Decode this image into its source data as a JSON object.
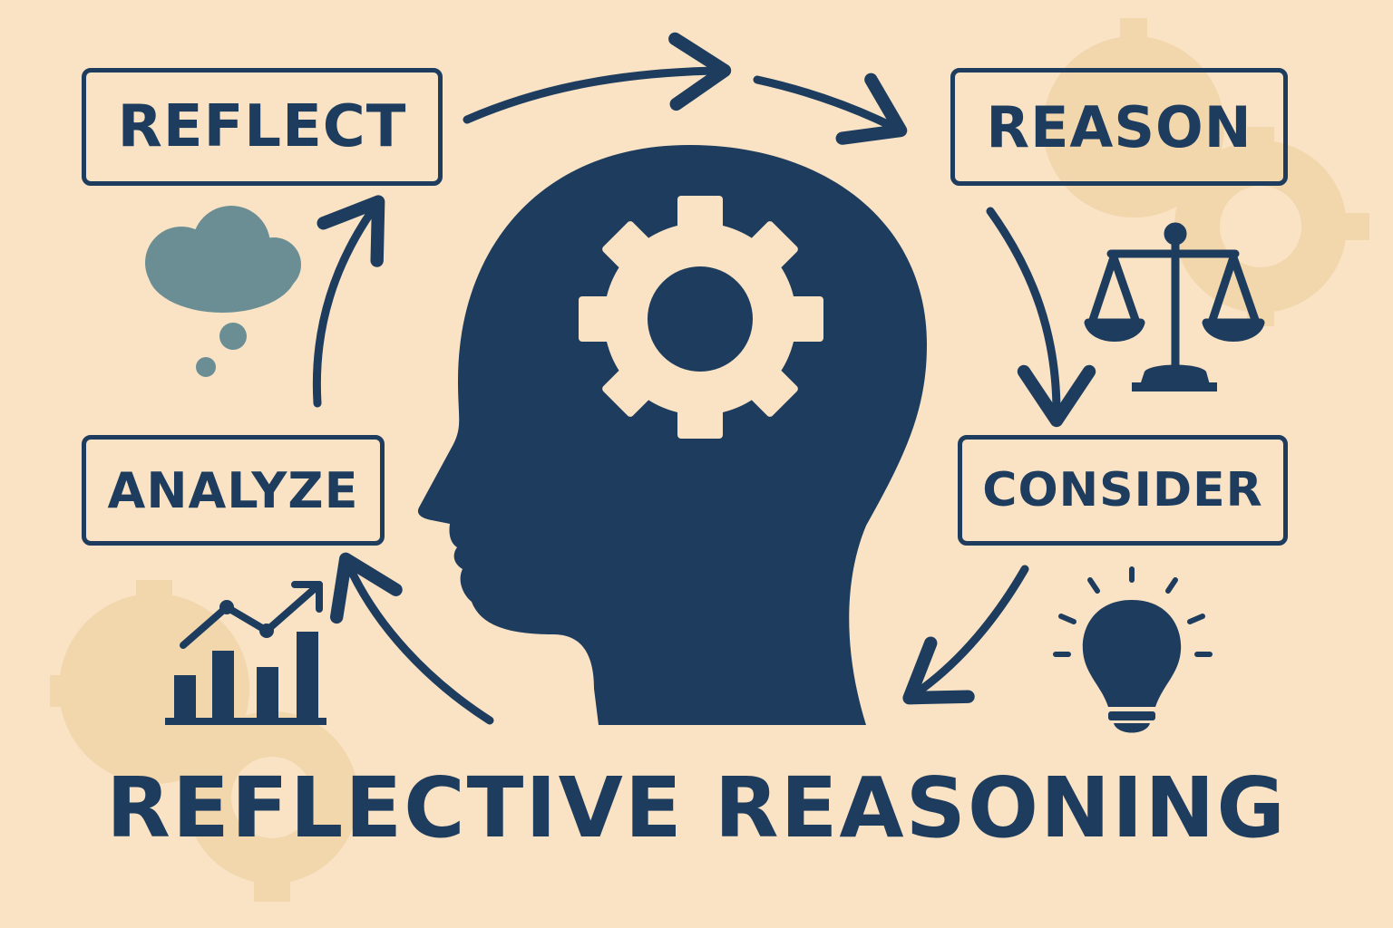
{
  "labels": {
    "reflect": "REFLECT",
    "reason": "REASON",
    "analyze": "ANALYZE",
    "consider": "CONSIDER"
  },
  "title": "REFLECTIVE REASONING",
  "icons": {
    "reflect": "thought-cloud-icon",
    "reason": "balance-scale-icon",
    "analyze": "growth-chart-icon",
    "consider": "lightbulb-icon",
    "center": "head-gear-icon"
  },
  "colors": {
    "background": "#f9e3c4",
    "primary": "#1d3c5e",
    "cloud": "#6b8e94",
    "gear_bg": "#f1d4a8"
  }
}
